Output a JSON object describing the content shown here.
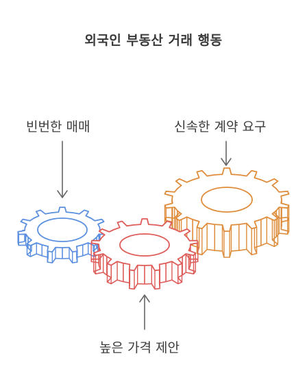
{
  "title": "외국인 부동산 거래 행동",
  "labels": {
    "frequent_trading": "빈번한 매매",
    "fast_contract": "신속한 계약 요구",
    "high_price": "높은 가격 제안"
  },
  "colors": {
    "blue_gear": "#5b8fe0",
    "red_gear": "#de5b58",
    "orange_gear": "#df8c3a",
    "arrow": "#666666",
    "text": "#3c3c3c"
  }
}
